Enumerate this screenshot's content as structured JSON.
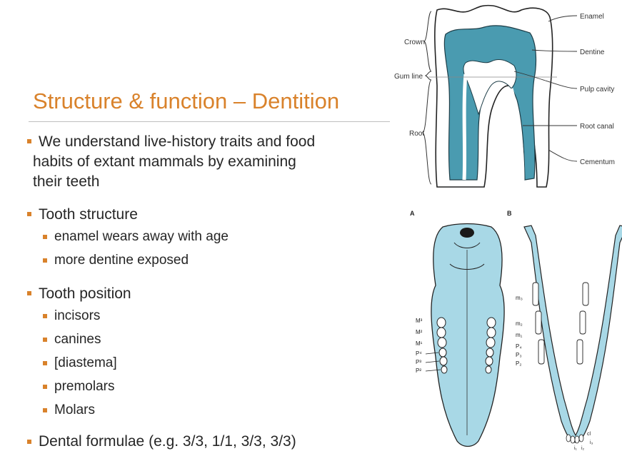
{
  "slide": {
    "title": "Structure & function – Dentition",
    "bullet_intro": {
      "line1": "We understand live-history traits and food",
      "line2": "habits of extant mammals by examining",
      "line3": "their teeth"
    },
    "structure": {
      "heading": "Tooth structure",
      "items": [
        "enamel wears away with age",
        "more dentine exposed"
      ]
    },
    "position": {
      "heading": "Tooth position",
      "items": [
        "incisors",
        "canines",
        "[diastema]",
        "premolars",
        "Molars"
      ]
    },
    "formula": "Dental formulae (e.g. 3/3, 1/1, 3/3, 3/3)"
  },
  "tooth_diagram": {
    "labels_left": {
      "crown": "Crown",
      "gum_line": "Gum line",
      "root": "Root"
    },
    "labels_right": {
      "enamel": "Enamel",
      "dentine": "Dentine",
      "pulp": "Pulp cavity",
      "root_canal": "Root canal",
      "cementum": "Cementum"
    }
  },
  "skull_diagram": {
    "panel_a": "A",
    "panel_b": "B",
    "upper_labels": [
      "M³",
      "M²",
      "M¹",
      "P⁴",
      "P³",
      "P²"
    ],
    "lower_labels": [
      "m₃",
      "m₂",
      "m₁",
      "P₄",
      "P₃",
      "P₂"
    ],
    "incisor_labels": {
      "cl": "cl",
      "i3": "i₃",
      "i1": "i₁",
      "i2": "i₂"
    }
  },
  "colors": {
    "accent": "#d9822b",
    "bone": "#a8d8e6",
    "text": "#262626"
  }
}
